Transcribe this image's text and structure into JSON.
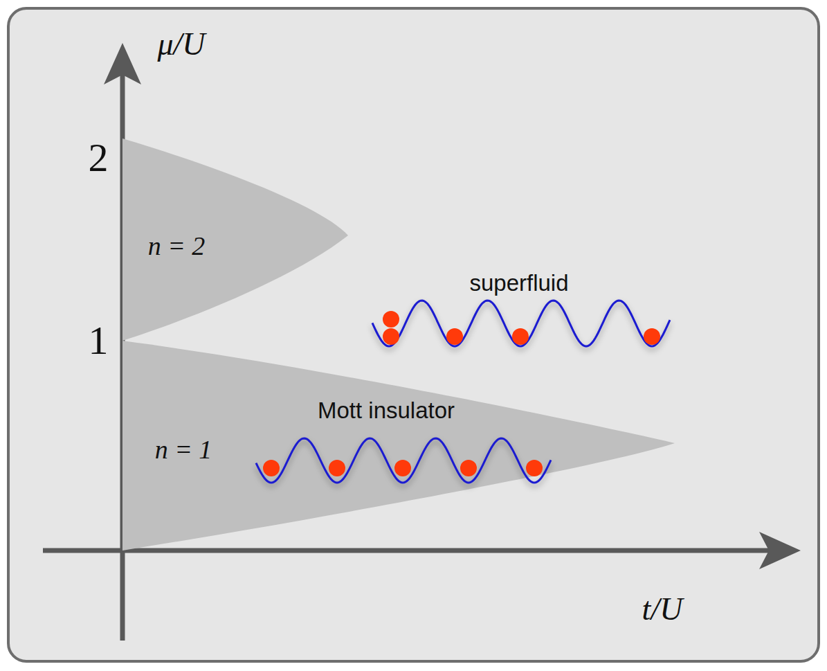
{
  "diagram": {
    "nodes": [
      {
        "text": [
          "n = 2"
        ]
      },
      {
        "text": [
          "Mott insulator",
          "n = 1"
        ]
      }
    ],
    "labels": [
      "μ/U",
      "2",
      "1",
      "superfluid",
      "t/U"
    ]
  }
}
